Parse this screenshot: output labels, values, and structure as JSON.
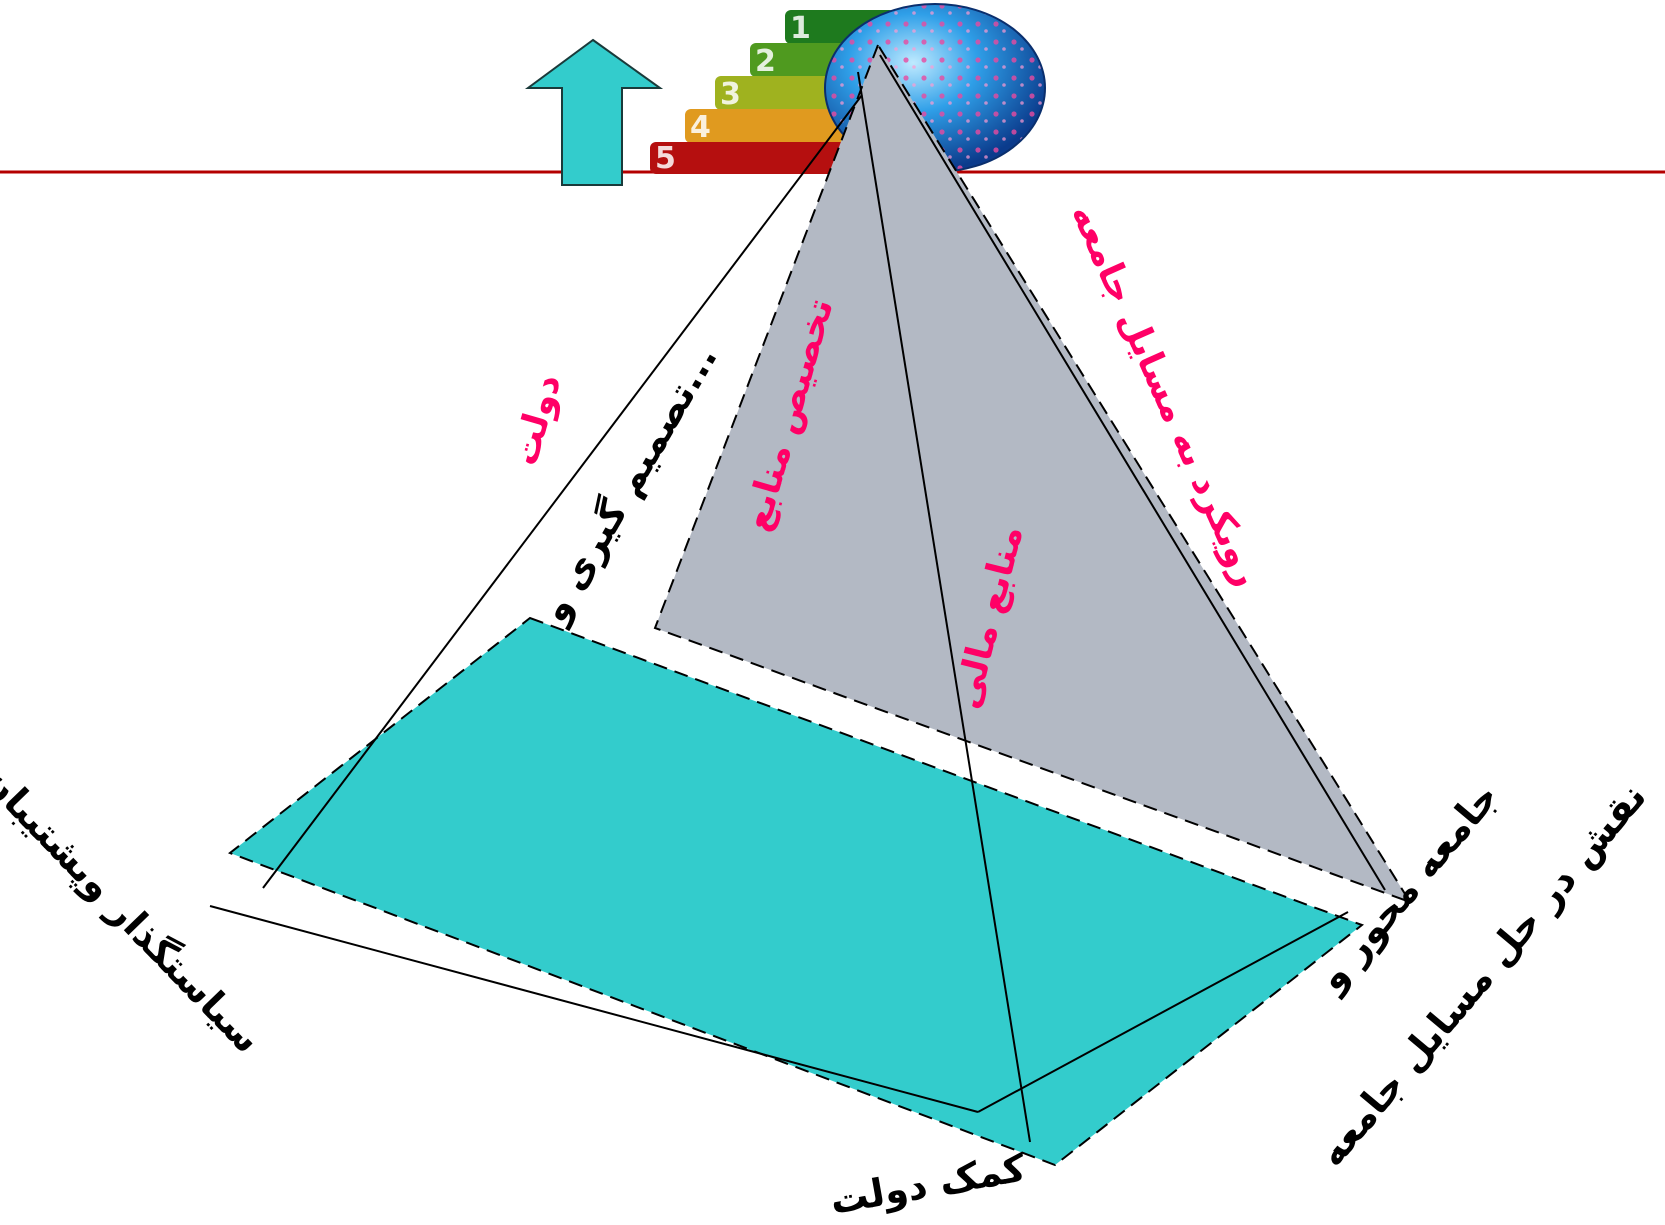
{
  "colors": {
    "teal": "#33cccc",
    "gray_plane": "#b3b9c4",
    "horizon_line": "#b40000",
    "label_pink": "#ff0066",
    "label_black": "#000000",
    "steps": [
      "#1e7a1e",
      "#4f9a1f",
      "#9fb21f",
      "#e09a1f",
      "#b50f0f"
    ]
  },
  "icons": {
    "up_arrow": "up-arrow-icon",
    "globe": "globe-icon"
  },
  "step_numbers": [
    "1",
    "2",
    "3",
    "4",
    "5"
  ],
  "labels": {
    "daulat": "دولت",
    "takhsis_manabe": "تخصیص منابع",
    "manabe_mali": "منابع مالی",
    "ravikard": "رویکرد به مسایل جامعه",
    "tasmim": "تصمیم گیری و...",
    "siasatgozar": "سیاستگذار وپشتیبان",
    "komak_daulat": "کمک دولت",
    "jameh_mehvar": "جامعه محور و",
    "naqsh": "نقش در حل مسایل جامعه"
  }
}
